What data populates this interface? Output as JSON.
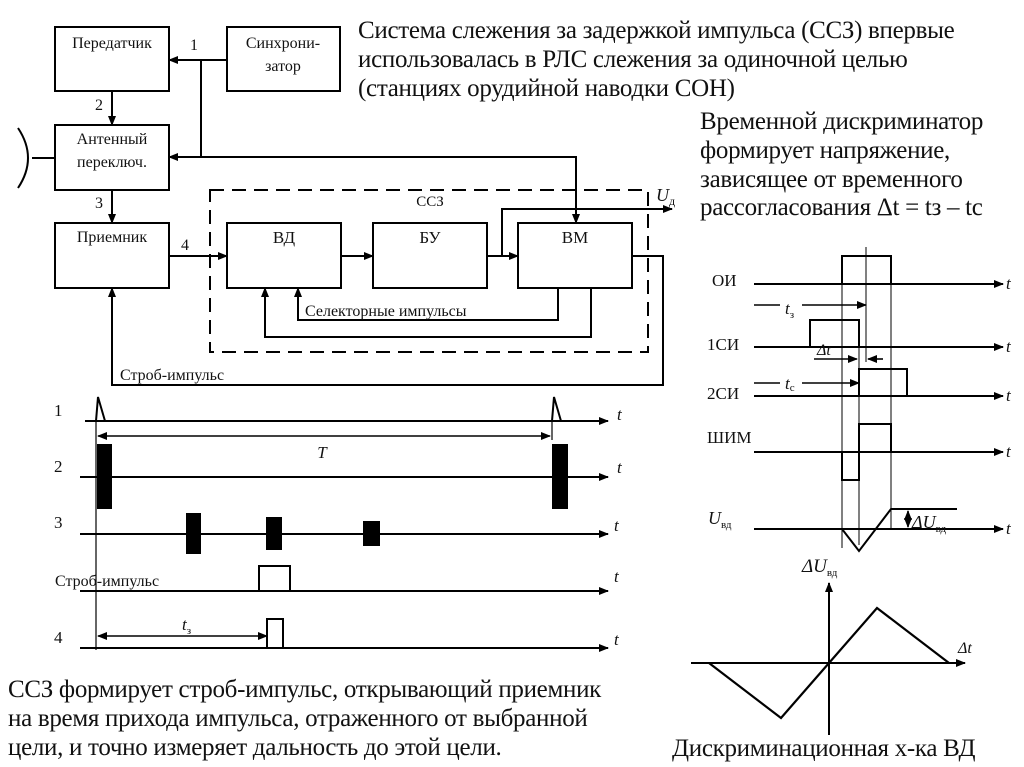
{
  "texts": {
    "intro": [
      "Система слежения за задержкой импульса (ССЗ) впервые",
      "использовалась в РЛС слежения за одиночной целью",
      "(станциях орудийной наводки СОН)"
    ],
    "discriminator_note": [
      "Временной дискриминатор",
      "формирует напряжение,",
      "зависящее от временного",
      "рассогласования Δt = tз – tс"
    ],
    "bottom_note": [
      "ССЗ формирует строб-импульс, открывающий приемник",
      "на время прихода импульса, отраженного от выбранной",
      "цели, и точно измеряет дальность до этой цели."
    ],
    "char_caption": "Дискриминационная х-ка ВД"
  },
  "block_diagram": {
    "blocks": {
      "transmitter": "Передатчик",
      "synchronizer": [
        "Синхрони-",
        "затор"
      ],
      "antenna_switch": [
        "Антенный",
        "переключ."
      ],
      "receiver": "Приемник",
      "vd": "ВД",
      "bu": "БУ",
      "vm": "ВМ"
    },
    "group_label": "ССЗ",
    "output_label": "U",
    "output_sub": "д",
    "signal_numbers": [
      "1",
      "2",
      "3",
      "4"
    ],
    "selector_label": "Селекторные импульсы",
    "strobe_label": "Строб-импульс"
  },
  "timing_left": {
    "rows": [
      "1",
      "2",
      "3",
      "Строб-импульс",
      "4"
    ],
    "axis_label": "t",
    "period_label": "T",
    "delay_label": "t",
    "delay_sub": "з"
  },
  "timing_right": {
    "rows": [
      "ОИ",
      "1СИ",
      "2СИ",
      "ШИМ"
    ],
    "uvd_label": "U",
    "uvd_sub": "вд",
    "axis_label": "t",
    "tz_label": "t",
    "tz_sub": "з",
    "tc_label": "t",
    "tc_sub": "с",
    "dt_label": "Δt",
    "du_label": "ΔU",
    "du_sub": "вд"
  },
  "chart_data": {
    "type": "line",
    "title": "Дискриминационная х-ка ВД",
    "xlabel": "Δt",
    "ylabel": "ΔUвд",
    "x": [
      -4,
      -1.6,
      0,
      1.6,
      4
    ],
    "y": [
      0,
      -1,
      0,
      1,
      0
    ],
    "grid": false
  }
}
